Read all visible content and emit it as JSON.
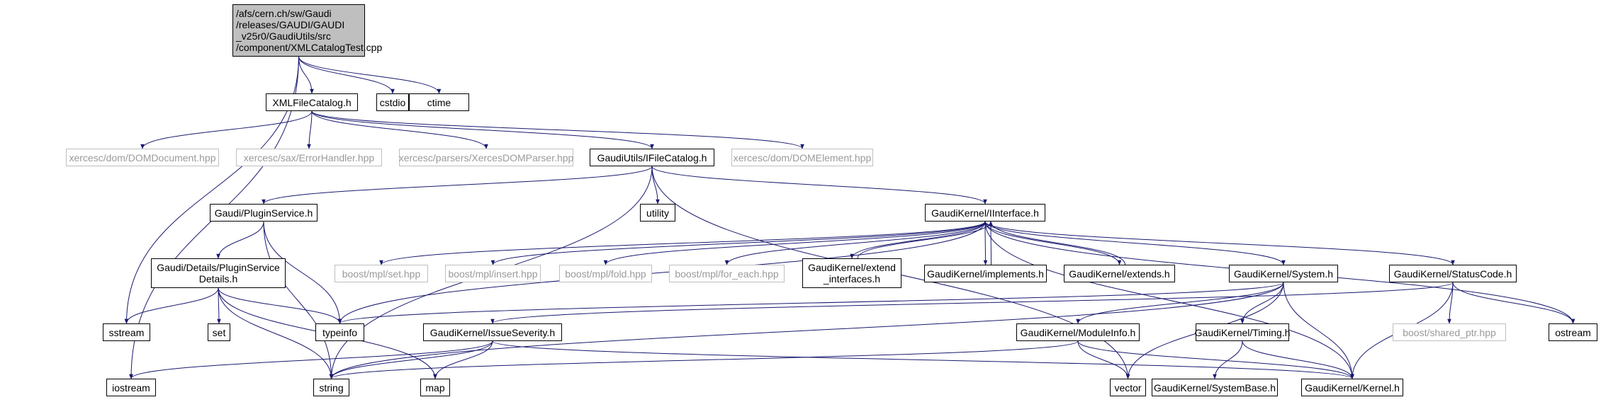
{
  "colors": {
    "edge": "#191970",
    "root_fill": "#bfbfbf",
    "node_border": "#000000",
    "external_border": "#bfbfbf",
    "external_text": "#9a9a9a"
  },
  "nodes": [
    {
      "id": "root",
      "label": "/afs/cern.ch/sw/Gaudi\n/releases/GAUDI/GAUDI\n_v25r0/GaudiUtils/src\n/component/XMLCatalogTest.cpp",
      "kind": "root"
    },
    {
      "id": "xmlfilecatalog",
      "label": "XMLFileCatalog.h",
      "kind": "link"
    },
    {
      "id": "cstdio",
      "label": "cstdio",
      "kind": "link"
    },
    {
      "id": "ctime",
      "label": "ctime",
      "kind": "link"
    },
    {
      "id": "domdocument",
      "label": "xercesc/dom/DOMDocument.hpp",
      "kind": "ext"
    },
    {
      "id": "errorhandler",
      "label": "xercesc/sax/ErrorHandler.hpp",
      "kind": "ext"
    },
    {
      "id": "xercesdomparser",
      "label": "xercesc/parsers/XercesDOMParser.hpp",
      "kind": "ext"
    },
    {
      "id": "ifilecatalog",
      "label": "GaudiUtils/IFileCatalog.h",
      "kind": "link"
    },
    {
      "id": "domelement",
      "label": "xercesc/dom/DOMElement.hpp",
      "kind": "ext"
    },
    {
      "id": "pluginservice",
      "label": "Gaudi/PluginService.h",
      "kind": "link"
    },
    {
      "id": "utility",
      "label": "utility",
      "kind": "link"
    },
    {
      "id": "iinterface",
      "label": "GaudiKernel/IInterface.h",
      "kind": "link"
    },
    {
      "id": "pluginservicedetails",
      "label": "Gaudi/Details/PluginService\nDetails.h",
      "kind": "link"
    },
    {
      "id": "mplset",
      "label": "boost/mpl/set.hpp",
      "kind": "ext"
    },
    {
      "id": "mplinsert",
      "label": "boost/mpl/insert.hpp",
      "kind": "ext"
    },
    {
      "id": "mplfold",
      "label": "boost/mpl/fold.hpp",
      "kind": "ext"
    },
    {
      "id": "mplforeach",
      "label": "boost/mpl/for_each.hpp",
      "kind": "ext"
    },
    {
      "id": "extendinterfaces",
      "label": "GaudiKernel/extend\n_interfaces.h",
      "kind": "link"
    },
    {
      "id": "implements",
      "label": "GaudiKernel/implements.h",
      "kind": "link"
    },
    {
      "id": "extends",
      "label": "GaudiKernel/extends.h",
      "kind": "link"
    },
    {
      "id": "system",
      "label": "GaudiKernel/System.h",
      "kind": "link"
    },
    {
      "id": "statuscode",
      "label": "GaudiKernel/StatusCode.h",
      "kind": "link"
    },
    {
      "id": "sstream",
      "label": "sstream",
      "kind": "link"
    },
    {
      "id": "set",
      "label": "set",
      "kind": "link"
    },
    {
      "id": "typeinfo",
      "label": "typeinfo",
      "kind": "link"
    },
    {
      "id": "issueseverity",
      "label": "GaudiKernel/IssueSeverity.h",
      "kind": "link"
    },
    {
      "id": "moduleinfo",
      "label": "GaudiKernel/ModuleInfo.h",
      "kind": "link"
    },
    {
      "id": "timing",
      "label": "GaudiKernel/Timing.h",
      "kind": "link"
    },
    {
      "id": "sharedptr",
      "label": "boost/shared_ptr.hpp",
      "kind": "ext"
    },
    {
      "id": "ostream",
      "label": "ostream",
      "kind": "link"
    },
    {
      "id": "iostream",
      "label": "iostream",
      "kind": "link"
    },
    {
      "id": "string",
      "label": "string",
      "kind": "link"
    },
    {
      "id": "map",
      "label": "map",
      "kind": "link"
    },
    {
      "id": "vector",
      "label": "vector",
      "kind": "link"
    },
    {
      "id": "systembase",
      "label": "GaudiKernel/SystemBase.h",
      "kind": "link"
    },
    {
      "id": "kernel",
      "label": "GaudiKernel/Kernel.h",
      "kind": "link"
    }
  ],
  "edges": [
    [
      "root",
      "xmlfilecatalog"
    ],
    [
      "root",
      "cstdio"
    ],
    [
      "root",
      "ctime"
    ],
    [
      "root",
      "sstream"
    ],
    [
      "root",
      "iostream"
    ],
    [
      "xmlfilecatalog",
      "domdocument"
    ],
    [
      "xmlfilecatalog",
      "errorhandler"
    ],
    [
      "xmlfilecatalog",
      "xercesdomparser"
    ],
    [
      "xmlfilecatalog",
      "ifilecatalog"
    ],
    [
      "xmlfilecatalog",
      "domelement"
    ],
    [
      "ifilecatalog",
      "pluginservice"
    ],
    [
      "ifilecatalog",
      "utility"
    ],
    [
      "ifilecatalog",
      "iinterface"
    ],
    [
      "ifilecatalog",
      "string"
    ],
    [
      "ifilecatalog",
      "vector"
    ],
    [
      "pluginservice",
      "pluginservicedetails"
    ],
    [
      "pluginservice",
      "typeinfo"
    ],
    [
      "pluginservice",
      "string"
    ],
    [
      "pluginservicedetails",
      "sstream"
    ],
    [
      "pluginservicedetails",
      "set"
    ],
    [
      "pluginservicedetails",
      "typeinfo"
    ],
    [
      "pluginservicedetails",
      "string"
    ],
    [
      "pluginservicedetails",
      "map"
    ],
    [
      "iinterface",
      "mplset"
    ],
    [
      "iinterface",
      "mplinsert"
    ],
    [
      "iinterface",
      "mplfold"
    ],
    [
      "iinterface",
      "mplforeach"
    ],
    [
      "iinterface",
      "extendinterfaces"
    ],
    [
      "iinterface",
      "implements"
    ],
    [
      "iinterface",
      "extends"
    ],
    [
      "iinterface",
      "system"
    ],
    [
      "iinterface",
      "statuscode"
    ],
    [
      "iinterface",
      "typeinfo"
    ],
    [
      "iinterface",
      "ostream"
    ],
    [
      "iinterface",
      "kernel"
    ],
    [
      "extendinterfaces",
      "iinterface"
    ],
    [
      "implements",
      "iinterface"
    ],
    [
      "extends",
      "iinterface"
    ],
    [
      "system",
      "typeinfo"
    ],
    [
      "system",
      "string"
    ],
    [
      "system",
      "moduleinfo"
    ],
    [
      "system",
      "timing"
    ],
    [
      "system",
      "vector"
    ],
    [
      "system",
      "kernel"
    ],
    [
      "statuscode",
      "issueseverity"
    ],
    [
      "statuscode",
      "sharedptr"
    ],
    [
      "statuscode",
      "ostream"
    ],
    [
      "statuscode",
      "kernel"
    ],
    [
      "issueseverity",
      "iostream"
    ],
    [
      "issueseverity",
      "string"
    ],
    [
      "issueseverity",
      "map"
    ],
    [
      "issueseverity",
      "kernel"
    ],
    [
      "moduleinfo",
      "string"
    ],
    [
      "moduleinfo",
      "vector"
    ],
    [
      "moduleinfo",
      "kernel"
    ],
    [
      "timing",
      "systembase"
    ],
    [
      "timing",
      "kernel"
    ]
  ]
}
